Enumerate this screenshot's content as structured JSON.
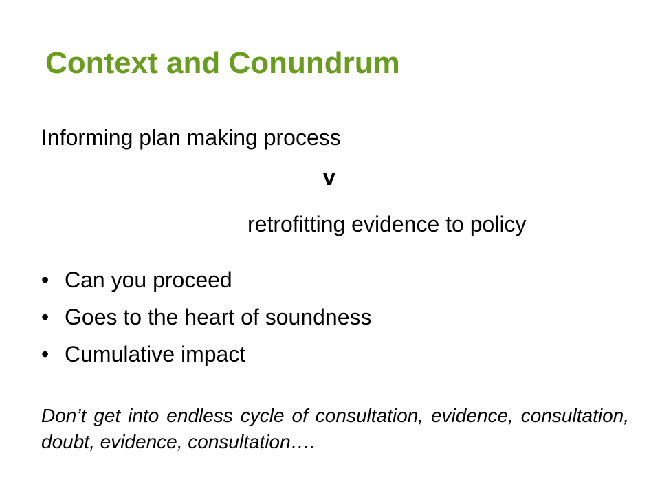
{
  "slide": {
    "title": "Context and Conundrum",
    "subtitle": "Informing plan making process",
    "versus": "v",
    "retrofit": "retrofitting evidence to policy",
    "bullet_char": "•",
    "bullets": [
      "Can you proceed",
      "Goes to the heart of soundness",
      "Cumulative impact"
    ],
    "note": "Don’t get into endless cycle of consultation, evidence, consultation, doubt, evidence, consultation…."
  },
  "colors": {
    "title": "#6a9c1f",
    "divider": "#b8d48a",
    "text": "#000000",
    "background": "#ffffff"
  }
}
